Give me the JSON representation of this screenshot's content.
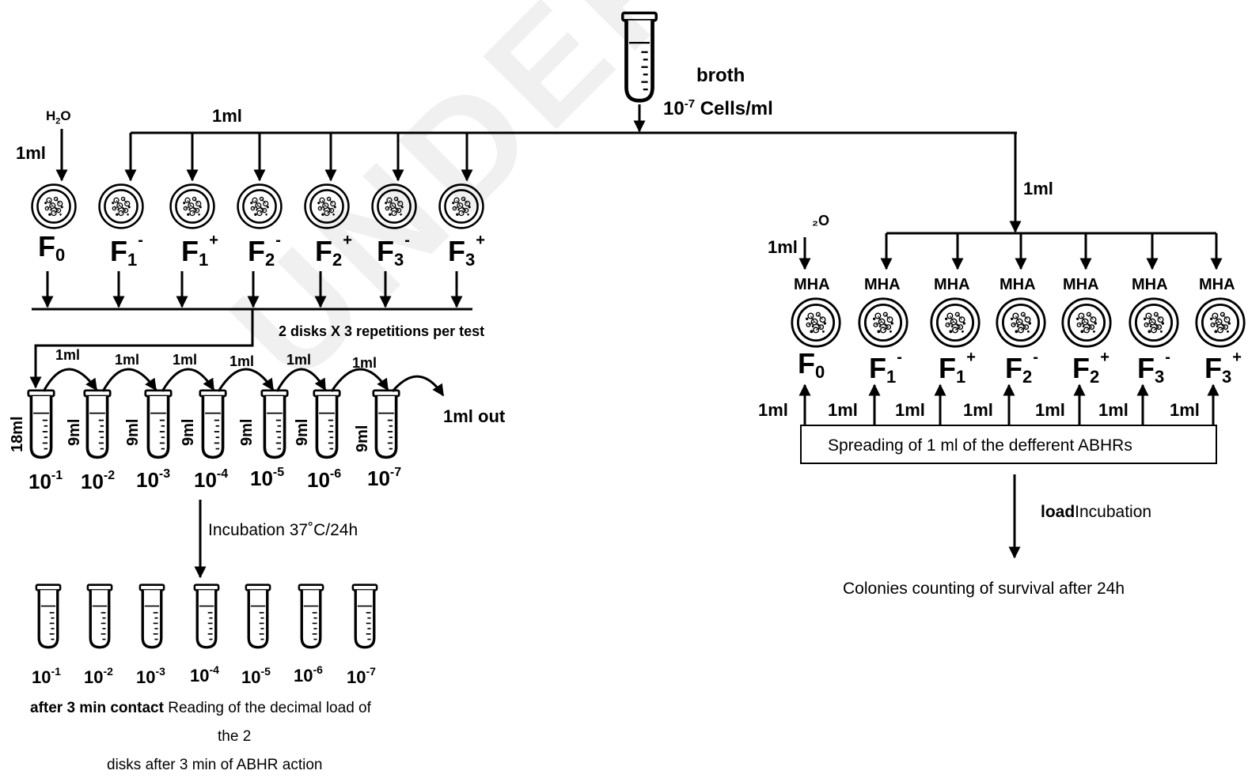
{
  "watermark": "UNDER PEER REVIEW",
  "broth": {
    "label": "broth",
    "conc_base": "10",
    "conc_exp": "-7",
    "conc_unit": " Cells/ml"
  },
  "left": {
    "water": {
      "base": "H",
      "sub": "2",
      "rest": "O"
    },
    "water_vol": "1ml",
    "branch_vol": "1ml",
    "plates": [
      {
        "base": "F",
        "sub": "0",
        "sup": ""
      },
      {
        "base": "F",
        "sub": "1",
        "sup": "-"
      },
      {
        "base": "F",
        "sub": "1",
        "sup": "+"
      },
      {
        "base": "F",
        "sub": "2",
        "sup": "-"
      },
      {
        "base": "F",
        "sub": "2",
        "sup": "+"
      },
      {
        "base": "F",
        "sub": "3",
        "sup": "-"
      },
      {
        "base": "F",
        "sub": "3",
        "sup": "+"
      }
    ],
    "disks_note": "2 disks X 3 repetitions per test",
    "transfer_vol": "1ml",
    "out_label": "1ml out",
    "tube_vols": [
      "18ml",
      "9ml",
      "9ml",
      "9ml",
      "9ml",
      "9ml",
      "9ml"
    ],
    "dilutions": [
      "-1",
      "-2",
      "-3",
      "-4",
      "-5",
      "-6",
      "-7"
    ],
    "dil_base": "10",
    "incubation": "Incubation 37˚C/24h",
    "reading_bold": "after 3 min contact",
    "reading_rest": " Reading of the decimal load of",
    "reading_line2": "the 2",
    "reading_line3": "disks after 3 min of ABHR action"
  },
  "right": {
    "branch_vol": "1ml",
    "water_label": "₂O",
    "water_vol": "1ml",
    "medium": "MHA",
    "plates": [
      {
        "base": "F",
        "sub": "0",
        "sup": ""
      },
      {
        "base": "F",
        "sub": "1",
        "sup": "-"
      },
      {
        "base": "F",
        "sub": "1",
        "sup": "+"
      },
      {
        "base": "F",
        "sub": "2",
        "sup": "-"
      },
      {
        "base": "F",
        "sub": "2",
        "sup": "+"
      },
      {
        "base": "F",
        "sub": "3",
        "sup": "-"
      },
      {
        "base": "F",
        "sub": "3",
        "sup": "+"
      }
    ],
    "spread_vols": [
      "1ml",
      "1ml",
      "1ml",
      "1ml",
      "1ml",
      "1ml",
      "1ml"
    ],
    "spreading": "Spreading of 1 ml of the defferent ABHRs",
    "incubation_bold": "load",
    "incubation_rest": "Incubation",
    "counting": "Colonies counting of survival after 24h"
  }
}
